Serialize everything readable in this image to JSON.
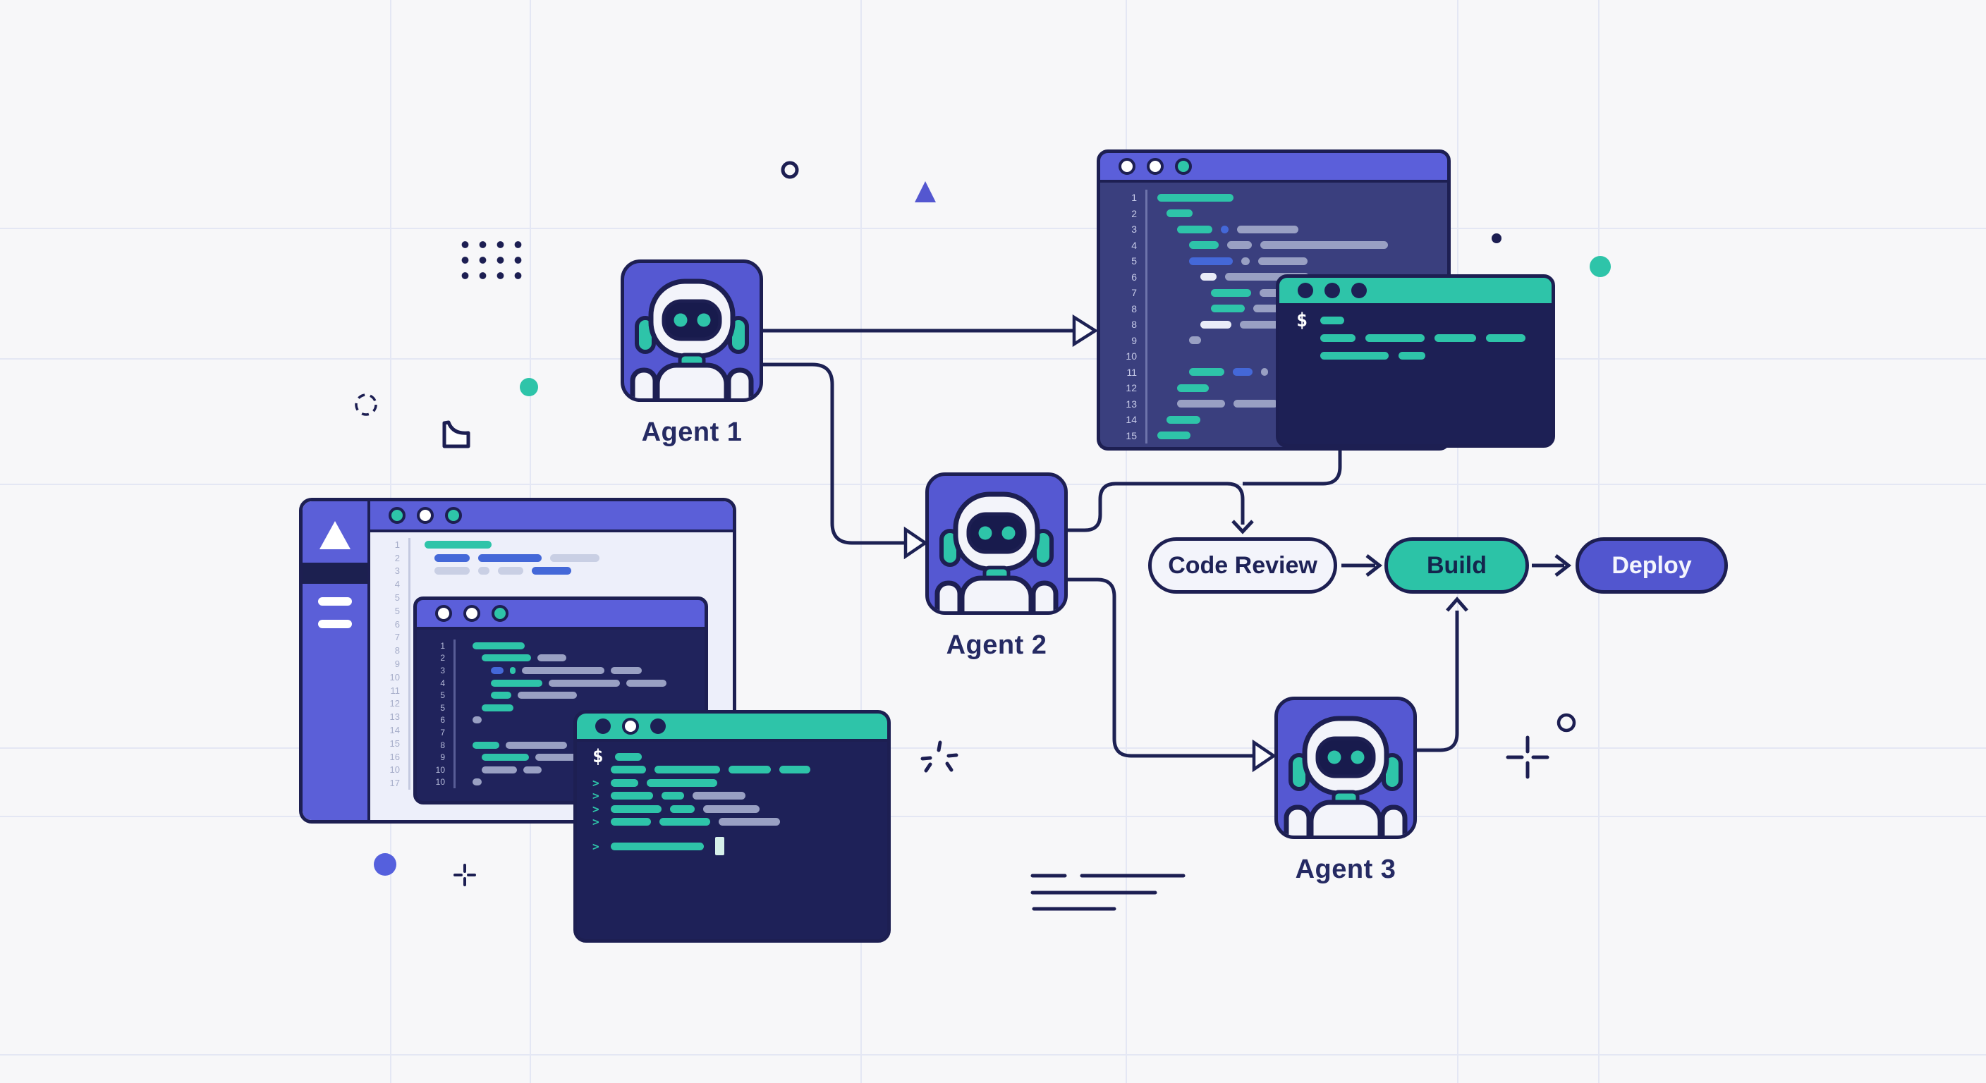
{
  "canvas": {
    "background": "#f7f7f9"
  },
  "palette": {
    "navy_outline": "#1d1f52",
    "indigo": "#5558d2",
    "indigo_titlebar": "#5b5fda",
    "teal": "#2ec4a9",
    "editor_body": "#3a3f7e",
    "terminal_body": "#1e2158",
    "light_content": "#edeffa",
    "bars": {
      "t": "#2ec4a9",
      "g": "#99a0c3",
      "lg": "#c9cfe4",
      "w": "#e9ecf8",
      "b": "#4468d8"
    }
  },
  "agents": [
    {
      "label": "Agent 1"
    },
    {
      "label": "Agent 2"
    },
    {
      "label": "Agent 3"
    }
  ],
  "pipeline": {
    "steps": [
      {
        "label": "Code Review",
        "variant": "light"
      },
      {
        "label": "Build",
        "variant": "teal"
      },
      {
        "label": "Deploy",
        "variant": "indigo"
      }
    ]
  },
  "windows": {
    "editor_tr": {
      "line_numbers": [
        "1",
        "2",
        "3",
        "4",
        "5",
        "6",
        "7",
        "8",
        "8",
        "9",
        "10",
        "11",
        "12",
        "13",
        "14",
        "15"
      ],
      "rows": [
        {
          "ind": 2,
          "bars": [
            [
              "t",
              108
            ]
          ]
        },
        {
          "ind": 15,
          "bars": [
            [
              "t",
              37
            ]
          ]
        },
        {
          "ind": 30,
          "bars": [
            [
              "t",
              50
            ],
            [
              "b",
              11
            ],
            [
              "g",
              87
            ]
          ]
        },
        {
          "ind": 47,
          "bars": [
            [
              "t",
              42
            ],
            [
              "g",
              35
            ],
            [
              "g",
              181
            ]
          ]
        },
        {
          "ind": 47,
          "bars": [
            [
              "b",
              62
            ],
            [
              "g",
              12
            ],
            [
              "g",
              70
            ]
          ]
        },
        {
          "ind": 63,
          "bars": [
            [
              "w",
              23
            ],
            [
              "g",
              119
            ]
          ]
        },
        {
          "ind": 78,
          "bars": [
            [
              "t",
              57
            ],
            [
              "g",
              39
            ]
          ]
        },
        {
          "ind": 78,
          "bars": [
            [
              "t",
              48
            ],
            [
              "g",
              47
            ]
          ]
        },
        {
          "ind": 63,
          "bars": [
            [
              "w",
              44
            ],
            [
              "g",
              56
            ]
          ]
        },
        {
          "ind": 47,
          "bars": [
            [
              "g",
              17
            ]
          ]
        },
        {
          "ind": 0,
          "bars": []
        },
        {
          "ind": 47,
          "bars": [
            [
              "t",
              50
            ],
            [
              "b",
              28
            ],
            [
              "g",
              10
            ],
            [
              "g",
              21
            ]
          ]
        },
        {
          "ind": 30,
          "bars": [
            [
              "t",
              45
            ]
          ]
        },
        {
          "ind": 30,
          "bars": [
            [
              "g",
              68
            ],
            [
              "g",
              63
            ]
          ]
        },
        {
          "ind": 15,
          "bars": [
            [
              "t",
              48
            ]
          ]
        },
        {
          "ind": 2,
          "bars": [
            [
              "t",
              47
            ]
          ]
        }
      ]
    },
    "terminal_tr": {
      "rows": [
        {
          "p": "$",
          "bars": [
            [
              "t",
              34
            ]
          ]
        },
        {
          "bars": [
            [
              "t",
              50
            ],
            [
              "t",
              84
            ],
            [
              "t",
              59
            ],
            [
              "t",
              56
            ]
          ]
        },
        {
          "bars": [
            [
              "t",
              97
            ],
            [
              "t",
              38
            ]
          ]
        }
      ]
    },
    "browser": {
      "line_numbers": [
        "1",
        "2",
        "3",
        "4",
        "5",
        "5",
        "6",
        "7",
        "8",
        "9",
        "10",
        "11",
        "12",
        "13",
        "14",
        "15",
        "16",
        "10",
        "17"
      ],
      "rows": [
        {
          "ind": 8,
          "bars": [
            [
              "t",
              95
            ]
          ]
        },
        {
          "ind": 22,
          "bars": [
            [
              "b",
              50
            ],
            [
              "b",
              90
            ],
            [
              "lg",
              70
            ]
          ]
        },
        {
          "ind": 22,
          "bars": [
            [
              "lg",
              50
            ],
            [
              "lg",
              16
            ],
            [
              "lg",
              36
            ],
            [
              "b",
              56
            ]
          ]
        }
      ]
    },
    "editor_left": {
      "line_numbers": [
        "1",
        "2",
        "3",
        "4",
        "5",
        "5",
        "6",
        "7",
        "8",
        "9",
        "10",
        "10"
      ],
      "rows": [
        {
          "ind": 12,
          "bars": [
            [
              "t",
              74
            ]
          ]
        },
        {
          "ind": 25,
          "bars": [
            [
              "t",
              70
            ],
            [
              "g",
              41
            ]
          ]
        },
        {
          "ind": 38,
          "bars": [
            [
              "b",
              18
            ],
            [
              "t",
              8
            ],
            [
              "g",
              117
            ],
            [
              "g",
              44
            ]
          ]
        },
        {
          "ind": 38,
          "bars": [
            [
              "t",
              73
            ],
            [
              "g",
              101
            ],
            [
              "g",
              57
            ]
          ]
        },
        {
          "ind": 38,
          "bars": [
            [
              "t",
              29
            ],
            [
              "g",
              84
            ]
          ]
        },
        {
          "ind": 25,
          "bars": [
            [
              "t",
              45
            ]
          ]
        },
        {
          "ind": 12,
          "bars": [
            [
              "g",
              13
            ]
          ]
        },
        {
          "ind": 12,
          "bars": []
        },
        {
          "ind": 12,
          "bars": [
            [
              "t",
              38
            ],
            [
              "g",
              87
            ]
          ]
        },
        {
          "ind": 25,
          "bars": [
            [
              "t",
              67
            ],
            [
              "g",
              88
            ]
          ]
        },
        {
          "ind": 25,
          "bars": [
            [
              "g",
              50
            ],
            [
              "g",
              26
            ]
          ]
        },
        {
          "ind": 12,
          "bars": [
            [
              "g",
              13
            ]
          ]
        }
      ]
    },
    "terminal_bl": {
      "rows": [
        {
          "p": "$",
          "bars": [
            [
              "t",
              38
            ]
          ]
        },
        {
          "bars": [
            [
              "t",
              50
            ],
            [
              "t",
              93
            ],
            [
              "t",
              60
            ],
            [
              "t",
              44
            ]
          ]
        },
        {
          "p": ">",
          "bars": [
            [
              "t",
              39
            ],
            [
              "t",
              100
            ]
          ]
        },
        {
          "p": ">",
          "bars": [
            [
              "t",
              60
            ],
            [
              "t",
              32
            ],
            [
              "g",
              75
            ]
          ]
        },
        {
          "p": ">",
          "bars": [
            [
              "t",
              72
            ],
            [
              "t",
              35
            ],
            [
              "g",
              80
            ]
          ]
        },
        {
          "p": ">",
          "bars": [
            [
              "t",
              57
            ],
            [
              "t",
              72
            ],
            [
              "g",
              87
            ]
          ]
        },
        {
          "gap": true
        },
        {
          "p": ">",
          "bars": [
            [
              "t",
              132
            ]
          ],
          "cursor": true
        }
      ]
    }
  }
}
